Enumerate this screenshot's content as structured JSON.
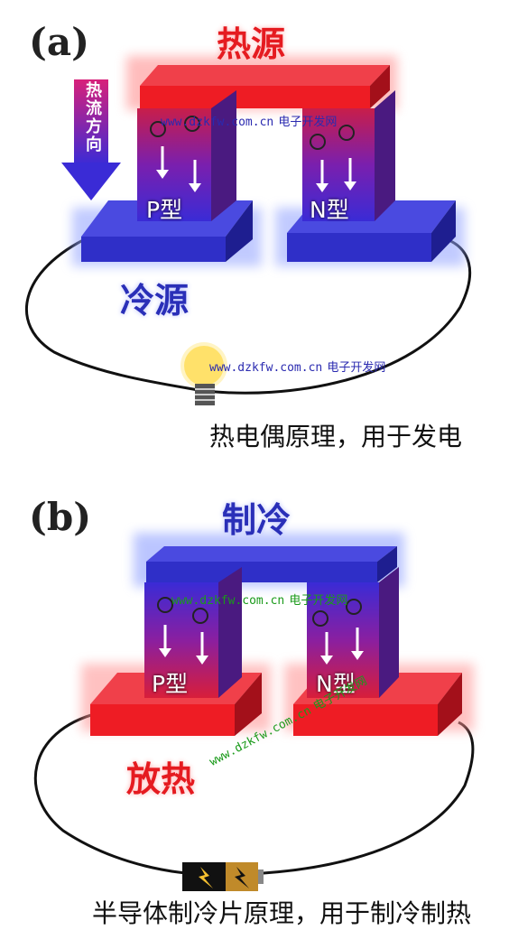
{
  "panel_a": {
    "label": "(a)",
    "hot_side": "热源",
    "cold_side": "冷源",
    "heat_flow_label": "热流方向",
    "p_leg": "P型",
    "n_leg": "N型",
    "caption": "热电偶原理，用于发电"
  },
  "panel_b": {
    "label": "(b)",
    "top_side": "制冷",
    "bottom_side": "放热",
    "p_leg": "P型",
    "n_leg": "N型",
    "caption": "半导体制冷片原理，用于制冷制热"
  },
  "watermark": {
    "url": "www.dzkfw.com.cn",
    "site": "电子开发网"
  },
  "colors": {
    "hot_red": "#ee1c24",
    "cold_blue": "#2f2fc8",
    "leg_gradient_top": "#7a1fae",
    "leg_gradient_bottom": "#3a2bd6"
  }
}
